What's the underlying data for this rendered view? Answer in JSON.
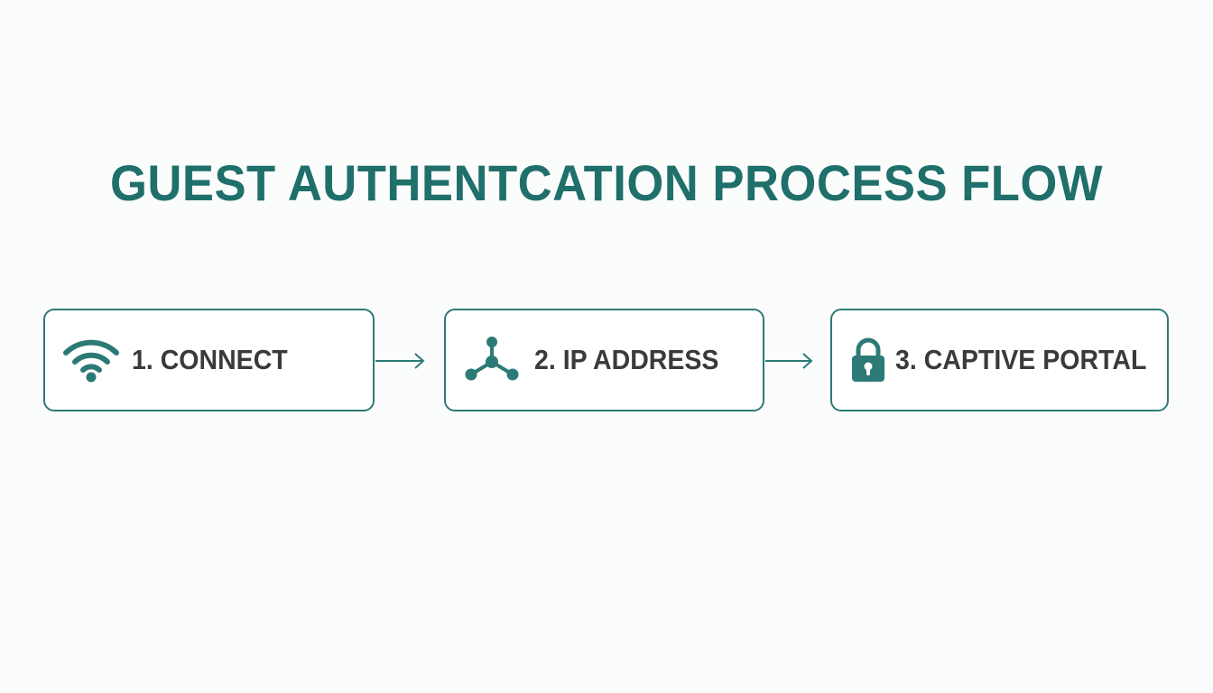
{
  "title": "GUEST AUTHENTCATION PROCESS FLOW",
  "steps": [
    {
      "label": "1. CONNECT",
      "icon": "wifi-icon"
    },
    {
      "label": "2. IP ADDRESS",
      "icon": "network-node-icon"
    },
    {
      "label": "3. CAPTIVE PORTAL",
      "icon": "lock-icon"
    }
  ],
  "colors": {
    "accent": "#1f6f6b",
    "border": "#2c7a76",
    "text": "#3a3a3a",
    "background": "#fbfcfc"
  }
}
